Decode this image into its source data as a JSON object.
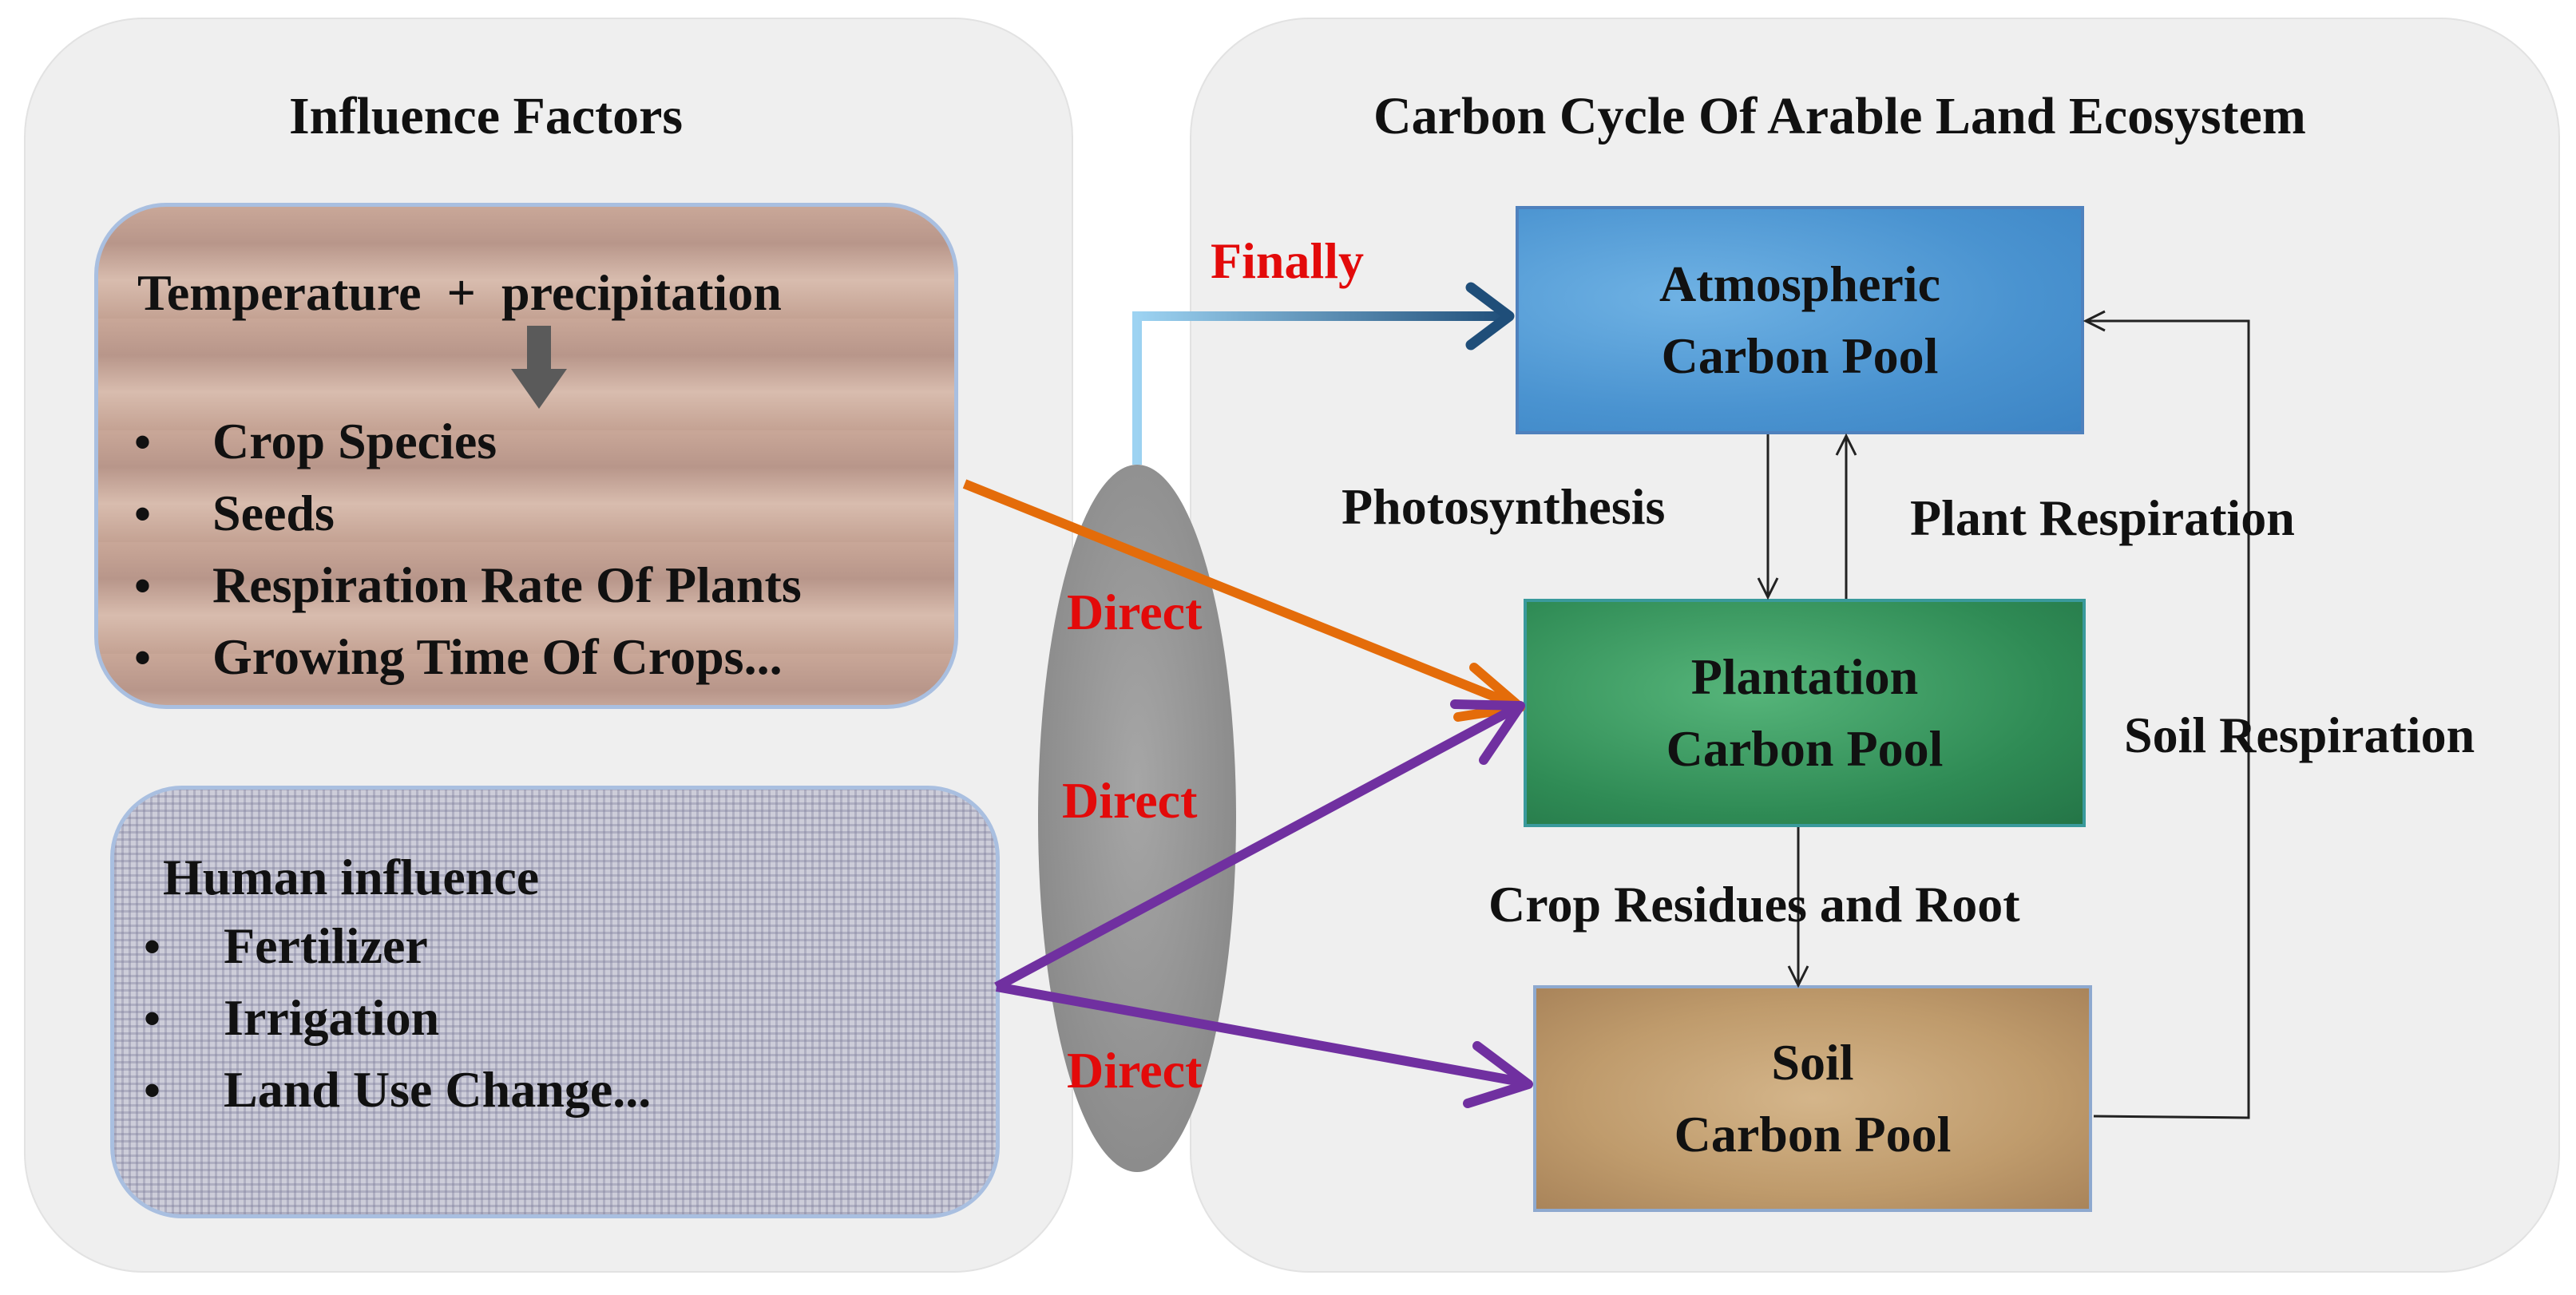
{
  "left_panel": {
    "title": "Influence Factors",
    "natural_factors": {
      "heading": "Temperature  +  precipitation",
      "items": [
        "Crop Species",
        "Seeds",
        "Respiration Rate Of Plants",
        "Growing Time Of Crops..."
      ]
    },
    "human_factors": {
      "heading": "Human influence",
      "items": [
        "Fertilizer",
        "Irrigation",
        "Land Use Change..."
      ]
    },
    "bullet_symbol": "•"
  },
  "right_panel": {
    "title": "Carbon Cycle Of Arable Land Ecosystem",
    "pools": {
      "atmospheric": [
        "Atmospheric",
        "Carbon Pool"
      ],
      "plantation": [
        "Plantation",
        "Carbon Pool"
      ],
      "soil": [
        "Soil",
        "Carbon Pool"
      ]
    },
    "flows": {
      "photosynthesis": "Photosynthesis",
      "plant_respiration": "Plant Respiration",
      "crop_residues": "Crop Residues and Root",
      "soil_respiration": "Soil Respiration"
    }
  },
  "links": {
    "finally": "Finally",
    "direct_1": "Direct",
    "direct_2": "Direct",
    "direct_3": "Direct"
  },
  "colors": {
    "panel_bg": "#efefef",
    "red_label": "#e30a0a",
    "orange_arrow": "#e46c0a",
    "purple_arrow": "#7030a0",
    "blue_arrow_start": "#9dd3f2",
    "blue_arrow_end": "#1f4e79"
  }
}
